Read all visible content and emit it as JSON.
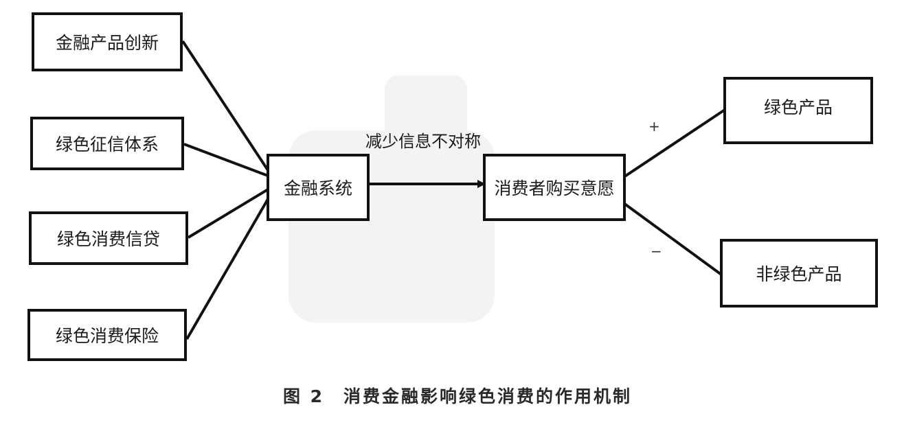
{
  "nodes": {
    "financial_innovation": "金融产品创新",
    "green_credit_system": "绿色征信体系",
    "green_consumer_credit": "绿色消费信贷",
    "green_consumer_insurance": "绿色消费保险",
    "financial_system": "金融系统",
    "purchase_intention": "消费者购买意愿",
    "green_products": "绿色产品",
    "non_green_products": "非绿色产品"
  },
  "edge_labels": {
    "main_arrow": "减少信息不对称",
    "positive_sign": "+",
    "negative_sign": "−"
  },
  "caption": "图 2　消费金融影响绿色消费的作用机制"
}
